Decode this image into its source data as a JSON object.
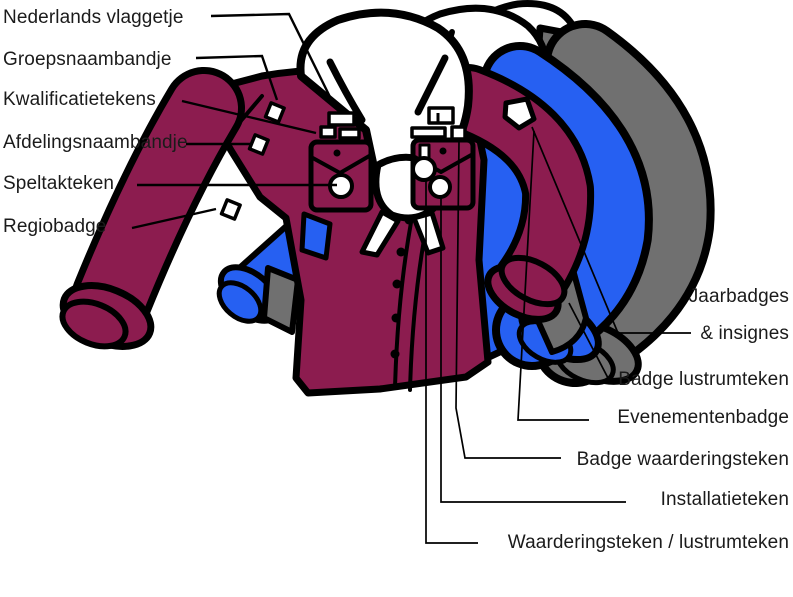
{
  "diagram": {
    "labels_left": [
      {
        "id": "nederlands-vlaggetje",
        "text": "Nederlands vlaggetje"
      },
      {
        "id": "groepsnaambandje",
        "text": "Groepsnaambandje"
      },
      {
        "id": "kwalificatietekens",
        "text": "Kwalificatietekens"
      },
      {
        "id": "afdelingsnaambandje",
        "text": "Afdelingsnaambandje"
      },
      {
        "id": "speltakteken",
        "text": "Speltakteken"
      },
      {
        "id": "regiobadge",
        "text": "Regiobadge"
      }
    ],
    "labels_right": [
      {
        "id": "jaarbadges-insignes",
        "text": "Jaarbadges",
        "text2": "& insignes"
      },
      {
        "id": "badge-lustrumteken",
        "text": "Badge lustrumteken"
      },
      {
        "id": "evenementenbadge",
        "text": "Evenementenbadge"
      },
      {
        "id": "badge-waarderingsteken",
        "text": "Badge waarderingsteken"
      },
      {
        "id": "installatieteken",
        "text": "Installatieteken"
      },
      {
        "id": "waarderingsteken-lustrumteken",
        "text": "Waarderingsteken / lustrumteken"
      }
    ],
    "colors": {
      "shirt_front": "#8C1C4F",
      "shirt_middle": "#2660F2",
      "shirt_back": "#707070",
      "scarf": "#FFFFFF",
      "outline": "#000000",
      "text": "#1B1B1B",
      "background": "#FFFFFF"
    }
  }
}
